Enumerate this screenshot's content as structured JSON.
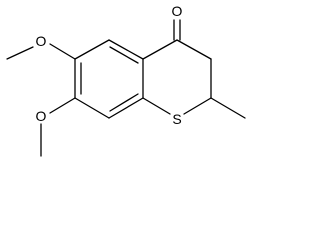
{
  "molecule": {
    "atoms": {
      "carbonyl_oxygen": "O",
      "ring_sulfur": "S",
      "methoxy_top_oxygen": "O",
      "methoxy_bottom_oxygen": "O"
    }
  }
}
